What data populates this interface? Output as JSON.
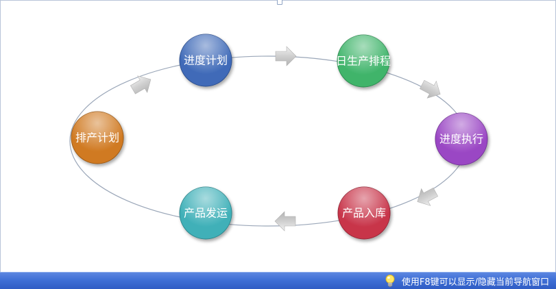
{
  "diagram": {
    "nodes": [
      {
        "label": "进度计划",
        "color": "#3f6ab8"
      },
      {
        "label": "日生产排程",
        "color": "#3fb46a"
      },
      {
        "label": "进度执行",
        "color": "#9a46c4"
      },
      {
        "label": "产品入库",
        "color": "#c8354a"
      },
      {
        "label": "产品发运",
        "color": "#3fb0b8"
      },
      {
        "label": "排产计划",
        "color": "#d07a22"
      }
    ],
    "arrow_color": "#c9c9c9",
    "cycle_line_color": "#9aa6b8"
  },
  "statusbar": {
    "hint_icon": "lightbulb-icon",
    "hint_text": "使用F8键可以显示/隐藏当前导航窗口"
  }
}
